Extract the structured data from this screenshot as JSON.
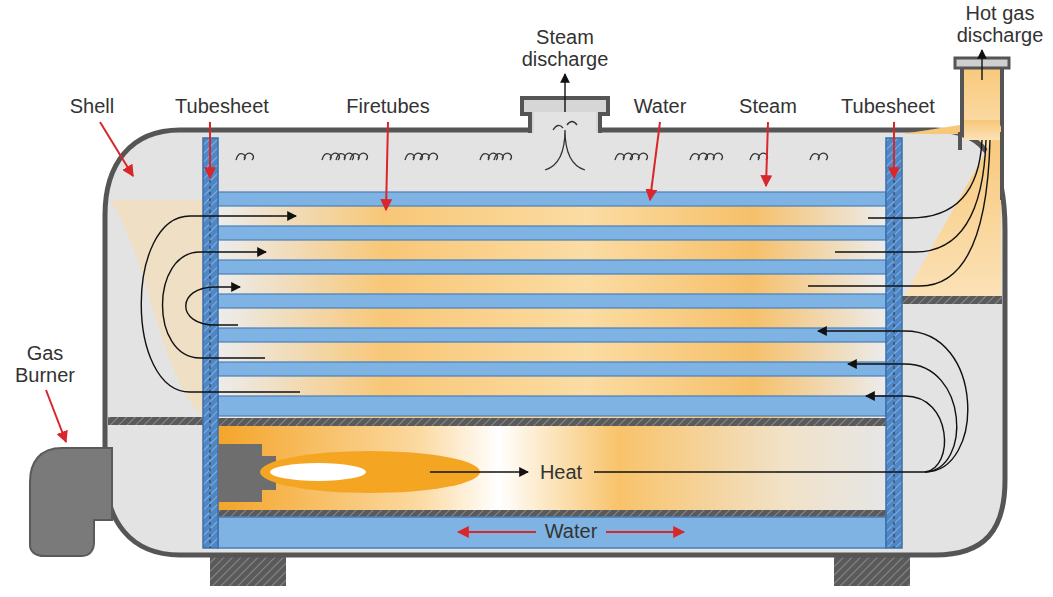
{
  "diagram": {
    "labels": [
      "Steam discharge",
      "Hot gas discharge",
      "Shell",
      "Tubesheet",
      "Firetubes",
      "Water",
      "Steam",
      "Tubesheet",
      "Gas Burner",
      "Heat",
      "Water"
    ]
  }
}
